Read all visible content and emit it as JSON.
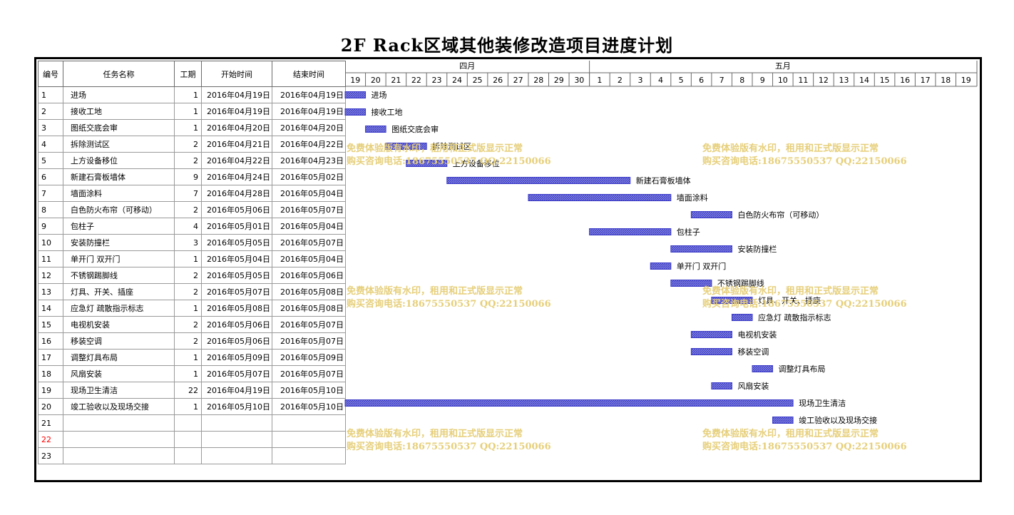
{
  "title": "2F Rack区域其他装修改造项目进度计划",
  "table": {
    "headers": {
      "num": "编号",
      "name": "任务名称",
      "duration": "工期",
      "start": "开始时间",
      "end": "结束时间"
    },
    "rows": [
      {
        "num": "1",
        "name": "进场",
        "duration": "1",
        "start": "2016年04月19日",
        "end": "2016年04月19日"
      },
      {
        "num": "2",
        "name": "接收工地",
        "duration": "1",
        "start": "2016年04月19日",
        "end": "2016年04月19日"
      },
      {
        "num": "3",
        "name": "图纸交底会审",
        "duration": "1",
        "start": "2016年04月20日",
        "end": "2016年04月20日"
      },
      {
        "num": "4",
        "name": "拆除测试区",
        "duration": "2",
        "start": "2016年04月21日",
        "end": "2016年04月22日"
      },
      {
        "num": "5",
        "name": "上方设备移位",
        "duration": "2",
        "start": "2016年04月22日",
        "end": "2016年04月23日"
      },
      {
        "num": "6",
        "name": "新建石膏板墙体",
        "duration": "9",
        "start": "2016年04月24日",
        "end": "2016年05月02日"
      },
      {
        "num": "7",
        "name": "墙面涂料",
        "duration": "7",
        "start": "2016年04月28日",
        "end": "2016年05月04日"
      },
      {
        "num": "8",
        "name": "白色防火布帘（可移动）",
        "duration": "2",
        "start": "2016年05月06日",
        "end": "2016年05月07日"
      },
      {
        "num": "9",
        "name": "包柱子",
        "duration": "4",
        "start": "2016年05月01日",
        "end": "2016年05月04日"
      },
      {
        "num": "10",
        "name": "安装防撞栏",
        "duration": "3",
        "start": "2016年05月05日",
        "end": "2016年05月07日"
      },
      {
        "num": "11",
        "name": "单开门  双开门",
        "duration": "1",
        "start": "2016年05月04日",
        "end": "2016年05月04日"
      },
      {
        "num": "12",
        "name": "不锈钢踢脚线",
        "duration": "2",
        "start": "2016年05月05日",
        "end": "2016年05月06日"
      },
      {
        "num": "13",
        "name": "灯具、开关、插座",
        "duration": "2",
        "start": "2016年05月07日",
        "end": "2016年05月08日"
      },
      {
        "num": "14",
        "name": "应急灯  疏散指示标志",
        "duration": "1",
        "start": "2016年05月08日",
        "end": "2016年05月08日"
      },
      {
        "num": "15",
        "name": "电视机安装",
        "duration": "2",
        "start": "2016年05月06日",
        "end": "2016年05月07日"
      },
      {
        "num": "16",
        "name": "移装空调",
        "duration": "2",
        "start": "2016年05月06日",
        "end": "2016年05月07日"
      },
      {
        "num": "17",
        "name": "调整灯具布局",
        "duration": "1",
        "start": "2016年05月09日",
        "end": "2016年05月09日"
      },
      {
        "num": "18",
        "name": "风扇安装",
        "duration": "1",
        "start": "2016年05月07日",
        "end": "2016年05月07日"
      },
      {
        "num": "19",
        "name": "现场卫生清洁",
        "duration": "22",
        "start": "2016年04月19日",
        "end": "2016年05月10日"
      },
      {
        "num": "20",
        "name": "竣工验收以及现场交接",
        "duration": "1",
        "start": "2016年05月10日",
        "end": "2016年05月10日"
      },
      {
        "num": "21",
        "name": "",
        "duration": "",
        "start": "",
        "end": ""
      },
      {
        "num": "22",
        "name": "",
        "duration": "",
        "start": "",
        "end": ""
      },
      {
        "num": "23",
        "name": "",
        "duration": "",
        "start": "",
        "end": ""
      }
    ]
  },
  "chart_data": {
    "type": "bar",
    "subtype": "gantt",
    "months": [
      {
        "label": "四月",
        "days": [
          "19",
          "20",
          "21",
          "22",
          "23",
          "24",
          "25",
          "26",
          "27",
          "28",
          "29",
          "30"
        ]
      },
      {
        "label": "五月",
        "days": [
          "1",
          "2",
          "3",
          "4",
          "5",
          "6",
          "7",
          "8",
          "9",
          "10",
          "11",
          "12",
          "13",
          "14",
          "15",
          "16",
          "17",
          "18",
          "19"
        ]
      }
    ],
    "tasks": [
      {
        "label": "进场",
        "start": "2016-04-19",
        "end": "2016-04-19"
      },
      {
        "label": "接收工地",
        "start": "2016-04-19",
        "end": "2016-04-19"
      },
      {
        "label": "图纸交底会审",
        "start": "2016-04-20",
        "end": "2016-04-20"
      },
      {
        "label": "拆除测试区",
        "start": "2016-04-21",
        "end": "2016-04-22"
      },
      {
        "label": "上方设备移位",
        "start": "2016-04-22",
        "end": "2016-04-23"
      },
      {
        "label": "新建石膏板墙体",
        "start": "2016-04-24",
        "end": "2016-05-02"
      },
      {
        "label": "墙面涂料",
        "start": "2016-04-28",
        "end": "2016-05-04"
      },
      {
        "label": "白色防火布帘（可移动）",
        "start": "2016-05-06",
        "end": "2016-05-07"
      },
      {
        "label": "包柱子",
        "start": "2016-05-01",
        "end": "2016-05-04"
      },
      {
        "label": "安装防撞栏",
        "start": "2016-05-05",
        "end": "2016-05-07"
      },
      {
        "label": "单开门  双开门",
        "start": "2016-05-04",
        "end": "2016-05-04"
      },
      {
        "label": "不锈钢踢脚线",
        "start": "2016-05-05",
        "end": "2016-05-06"
      },
      {
        "label": "灯具、开关、插座",
        "start": "2016-05-07",
        "end": "2016-05-08"
      },
      {
        "label": "应急灯  疏散指示标志",
        "start": "2016-05-08",
        "end": "2016-05-08"
      },
      {
        "label": "电视机安装",
        "start": "2016-05-06",
        "end": "2016-05-07"
      },
      {
        "label": "移装空调",
        "start": "2016-05-06",
        "end": "2016-05-07"
      },
      {
        "label": "调整灯具布局",
        "start": "2016-05-09",
        "end": "2016-05-09"
      },
      {
        "label": "风扇安装",
        "start": "2016-05-07",
        "end": "2016-05-07"
      },
      {
        "label": "现场卫生清洁",
        "start": "2016-04-19",
        "end": "2016-05-10"
      },
      {
        "label": "竣工验收以及现场交接",
        "start": "2016-05-10",
        "end": "2016-05-10"
      }
    ],
    "bar_color": "#3a3ac8",
    "grid": false,
    "legend": "none"
  },
  "watermark": {
    "line1": "免费体验版有水印，租用和正式版显示正常",
    "line2": "购买咨询电话:18675550537 QQ:22150066"
  },
  "colors": {
    "bar": "#3a3ac8",
    "bar_hatch": "#8a8ae0",
    "watermark": "#e6cf7a",
    "red_row": "#ff0000"
  }
}
